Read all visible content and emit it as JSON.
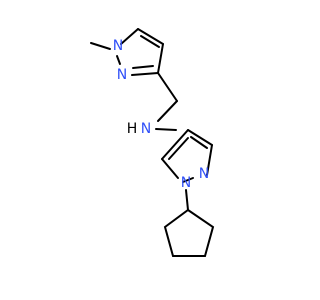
{
  "molecule": {
    "nitrogen_color": "#3050F8",
    "bond_color": "#000000",
    "background": "#ffffff",
    "labels": {
      "pyrazole_top_n1": "N",
      "pyrazole_top_n2": "N",
      "amine_n": "N",
      "amine_h": "H",
      "pyrazole_bottom_n1": "N",
      "pyrazole_bottom_n2": "N"
    }
  }
}
